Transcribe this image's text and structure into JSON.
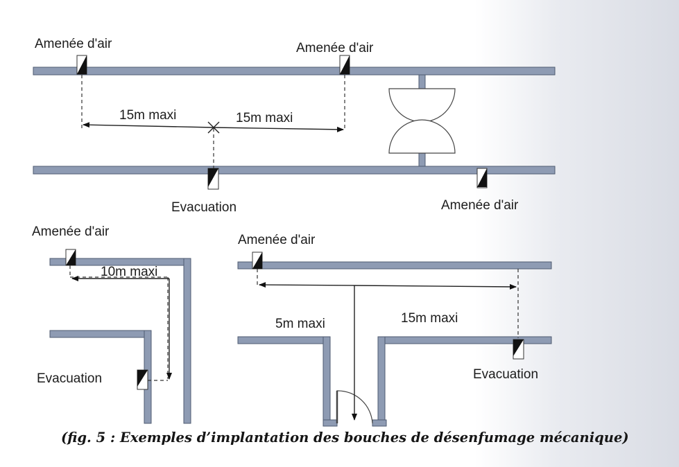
{
  "labels": {
    "top_left_inlet": "Amenée d'air",
    "top_mid_inlet": "Amenée d'air",
    "top_dim_left": "15m maxi",
    "top_dim_right": "15m maxi",
    "top_evacuation": "Evacuation",
    "top_right_inlet": "Amenée d'air",
    "left_inlet": "Amenée d'air",
    "left_dim": "10m maxi",
    "left_evacuation": "Evacuation",
    "right_inlet": "Amenée d'air",
    "right_dim_left": "5m maxi",
    "right_dim_right": "15m maxi",
    "right_evacuation": "Evacuation"
  },
  "caption": "(fig. 5 : Exemples d’implantation des bouches de désenfumage mécanique)",
  "colors": {
    "wall": "#8e9bb3",
    "vent": "#121212",
    "text": "#1c1c1c"
  }
}
